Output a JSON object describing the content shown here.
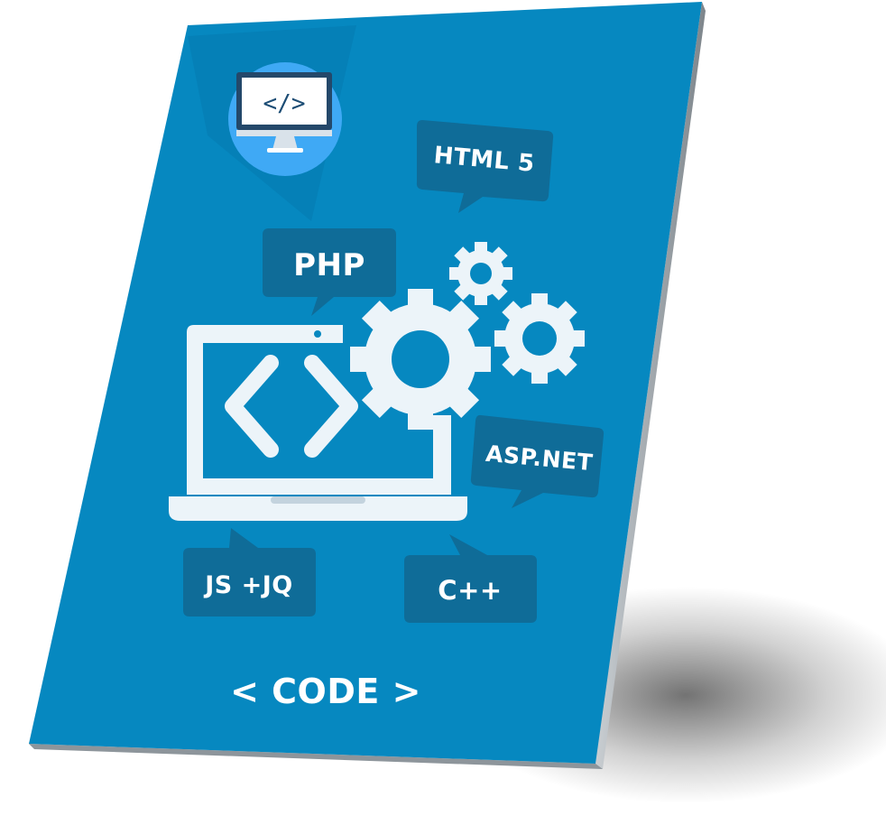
{
  "cover": {
    "colors": {
      "cover_blue": "#0688c0",
      "bubble_blue": "#0f6c98",
      "spine_gray": "#9aa2a8",
      "icon_white": "#ffffff",
      "monitor_circle": "#3fa9f5"
    },
    "icons": {
      "monitor": "monitor-code-icon",
      "laptop": "laptop-code-icon",
      "gears": "gears-icon"
    },
    "bubbles": {
      "html5": "HTML 5",
      "php": "PHP",
      "aspnet": "ASP.NET",
      "jsjq": "JS +JQ",
      "cpp": "C++"
    },
    "monitor_code": "</>",
    "footer": "< CODE >"
  }
}
